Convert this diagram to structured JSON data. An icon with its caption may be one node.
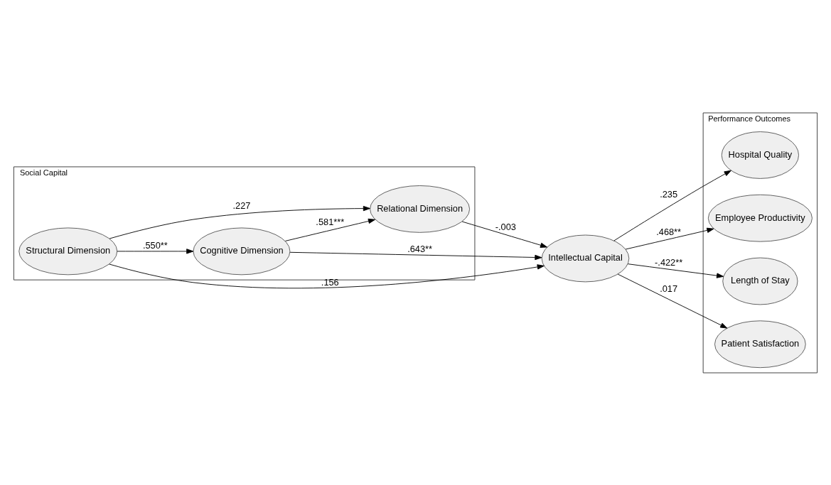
{
  "diagram": {
    "nodes": [
      {
        "text": [
          "Social Capital"
        ]
      },
      {
        "text": [
          "Structural Dimension"
        ],
        "in": 0
      },
      {
        "text": [
          "Cognitive Dimension"
        ],
        "in": 0
      },
      {
        "text": [
          "Relational Dimension"
        ],
        "in": 0
      },
      {
        "text": [
          "Intellectual Capital"
        ]
      },
      {
        "text": [
          "Performance Outcomes"
        ]
      },
      {
        "text": [
          "Hospital Quality"
        ],
        "in": 5
      },
      {
        "text": [
          "Employee Productivity"
        ],
        "in": 5
      },
      {
        "text": [
          "Length of Stay"
        ],
        "in": 5
      },
      {
        "text": [
          "Patient Satisfaction"
        ],
        "in": 5
      }
    ],
    "edges": [
      {
        "from": 1,
        "to": 2,
        "arrow": "to",
        "label": ".550**"
      },
      {
        "from": 1,
        "to": 4,
        "arrow": "to",
        "label": ".156"
      },
      {
        "from": 1,
        "to": 3,
        "arrow": "to",
        "label": ".227"
      },
      {
        "from": 2,
        "to": 3,
        "arrow": "to",
        "label": ".581***"
      },
      {
        "from": 2,
        "to": 4,
        "arrow": "to",
        "label": ".643**"
      },
      {
        "from": 3,
        "to": 4,
        "arrow": "to",
        "label": "-.003"
      },
      {
        "from": 4,
        "to": 6,
        "arrow": "to",
        "label": ".235"
      },
      {
        "from": 4,
        "to": 7,
        "arrow": "to",
        "label": ".468**"
      },
      {
        "from": 4,
        "to": 8,
        "arrow": "to",
        "label": "-.422**"
      },
      {
        "from": 4,
        "to": 9,
        "arrow": "to",
        "label": ".017"
      }
    ]
  }
}
